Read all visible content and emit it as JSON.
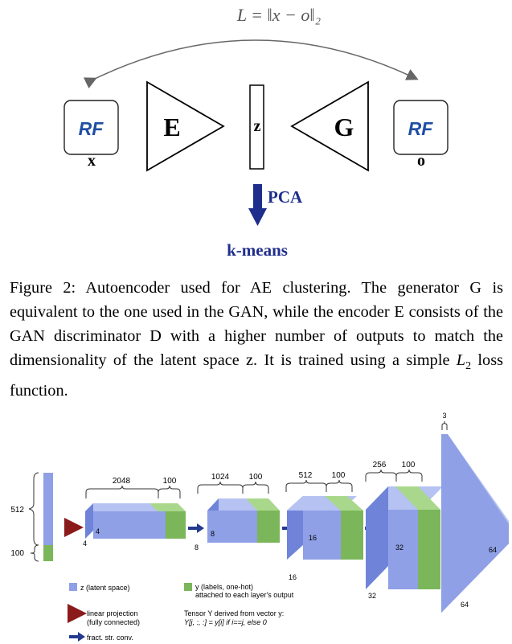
{
  "top_figure": {
    "loss_formula": "L = ‖x − o‖₂",
    "input_icon": "RF",
    "input_label": "x",
    "encoder_label": "E",
    "latent_label": "z",
    "generator_label": "G",
    "output_icon": "RF",
    "output_label": "o",
    "pca_label": "PCA",
    "kmeans_label": "k-means",
    "accent_color": "#1f2e8c"
  },
  "caption": {
    "text_before": "Figure 2: Autoencoder used for AE clustering. The generator G is equivalent to the one used in the GAN, while the encoder E consists of the GAN discriminator D with a higher number of outputs to match the dimensionality of the latent space z. It is trained using a simple ",
    "loss_name": "L",
    "loss_sub": "2",
    "text_after": " loss function."
  },
  "bottom_figure": {
    "input_vector": {
      "z_dim": "512",
      "y_dim": "100"
    },
    "blocks": [
      {
        "top_z": "2048",
        "top_y": "100",
        "spatial_front": "4",
        "spatial_side": "4"
      },
      {
        "top_z": "1024",
        "top_y": "100",
        "spatial_front": "8",
        "spatial_side": "8"
      },
      {
        "top_z": "512",
        "top_y": "100",
        "spatial_front": "16",
        "spatial_side": "16"
      },
      {
        "top_z": "256",
        "top_y": "100",
        "spatial_front": "32",
        "spatial_side": "32"
      },
      {
        "top_z": "3",
        "spatial_front": "64",
        "spatial_side": "64"
      }
    ],
    "legend": {
      "z_label": "z (latent space)",
      "y_label_1": "y (labels, one-hot)",
      "y_label_2": "attached to each layer's output",
      "linear_label_1": "linear projection",
      "linear_label_2": "(fully connected)",
      "tensor_label_1": "Tensor Y derived from vector y:",
      "tensor_label_2": "Y[j, :, :] = y[i] if i==j, else 0",
      "conv_label": "fract. str. conv."
    },
    "colors": {
      "z": "#8fa0e6",
      "z_dark": "#6f84d9",
      "z_light": "#b5c2f2",
      "y": "#7bb65a",
      "y_light": "#a9d88c",
      "linear_arrow": "#8b1a1a",
      "conv_arrow": "#233a8f"
    }
  }
}
